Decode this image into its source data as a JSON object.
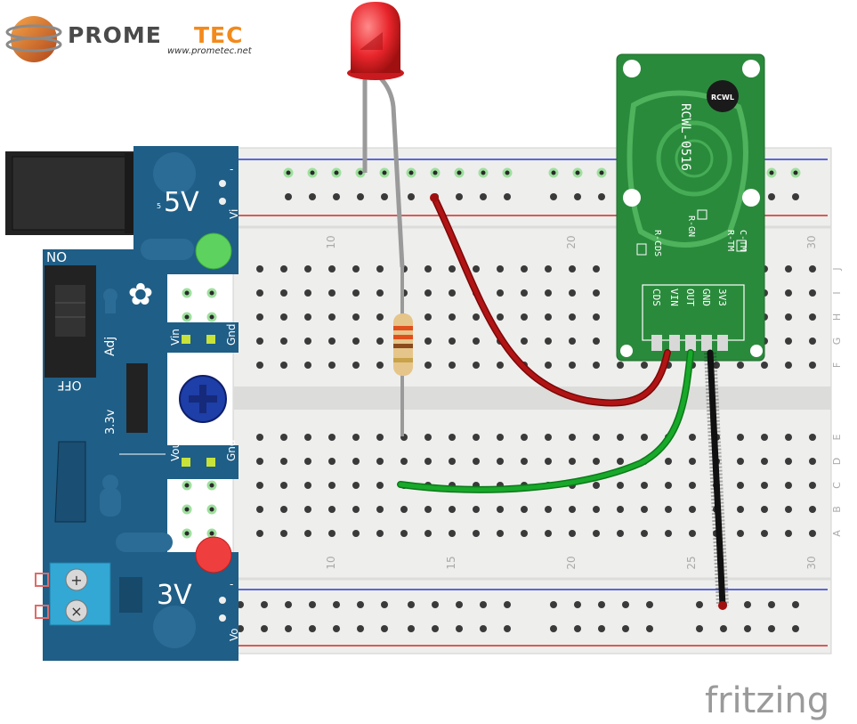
{
  "logo": {
    "brand_part1": "PROME",
    "brand_part2": "TEC",
    "url": "www.prometec.net",
    "color_dark": "#4a4a4a",
    "color_accent": "#f28a1c"
  },
  "power_module": {
    "label_5v": "5V",
    "label_3v": "3V",
    "label_no": "NO",
    "label_off": "OFF",
    "label_adj": "Adj",
    "label_33v": "3.3v",
    "label_vin": "Vin",
    "label_vout": "Vout",
    "label_gnd": "Gnd",
    "label_vi": "Vi",
    "label_vo": "Vo",
    "label_minus": "-",
    "label_small5": "5",
    "board_color": "#1f5e86"
  },
  "breadboard": {
    "column_labels_top": [
      "10",
      "20",
      "30"
    ],
    "column_labels_bottom": [
      "10",
      "15",
      "20",
      "25",
      "30"
    ],
    "row_labels_top": [
      "J",
      "I",
      "H",
      "G",
      "F"
    ],
    "row_labels_bottom": [
      "E",
      "D",
      "C",
      "B",
      "A"
    ]
  },
  "sensor": {
    "model": "RCWL-0516",
    "pins": [
      "3V3",
      "GND",
      "OUT",
      "VIN",
      "CDS"
    ],
    "pcb_labels": [
      "R-GN",
      "R-CDS",
      "C-TM",
      "R-TM"
    ],
    "logo_text": "RCWL",
    "board_color": "#2a8a3c"
  },
  "wires": {
    "red": "#b11414",
    "green": "#18a82a",
    "black": "#111111"
  },
  "led": {
    "color": "#e8262c"
  },
  "watermark": {
    "text": "fritzing"
  }
}
